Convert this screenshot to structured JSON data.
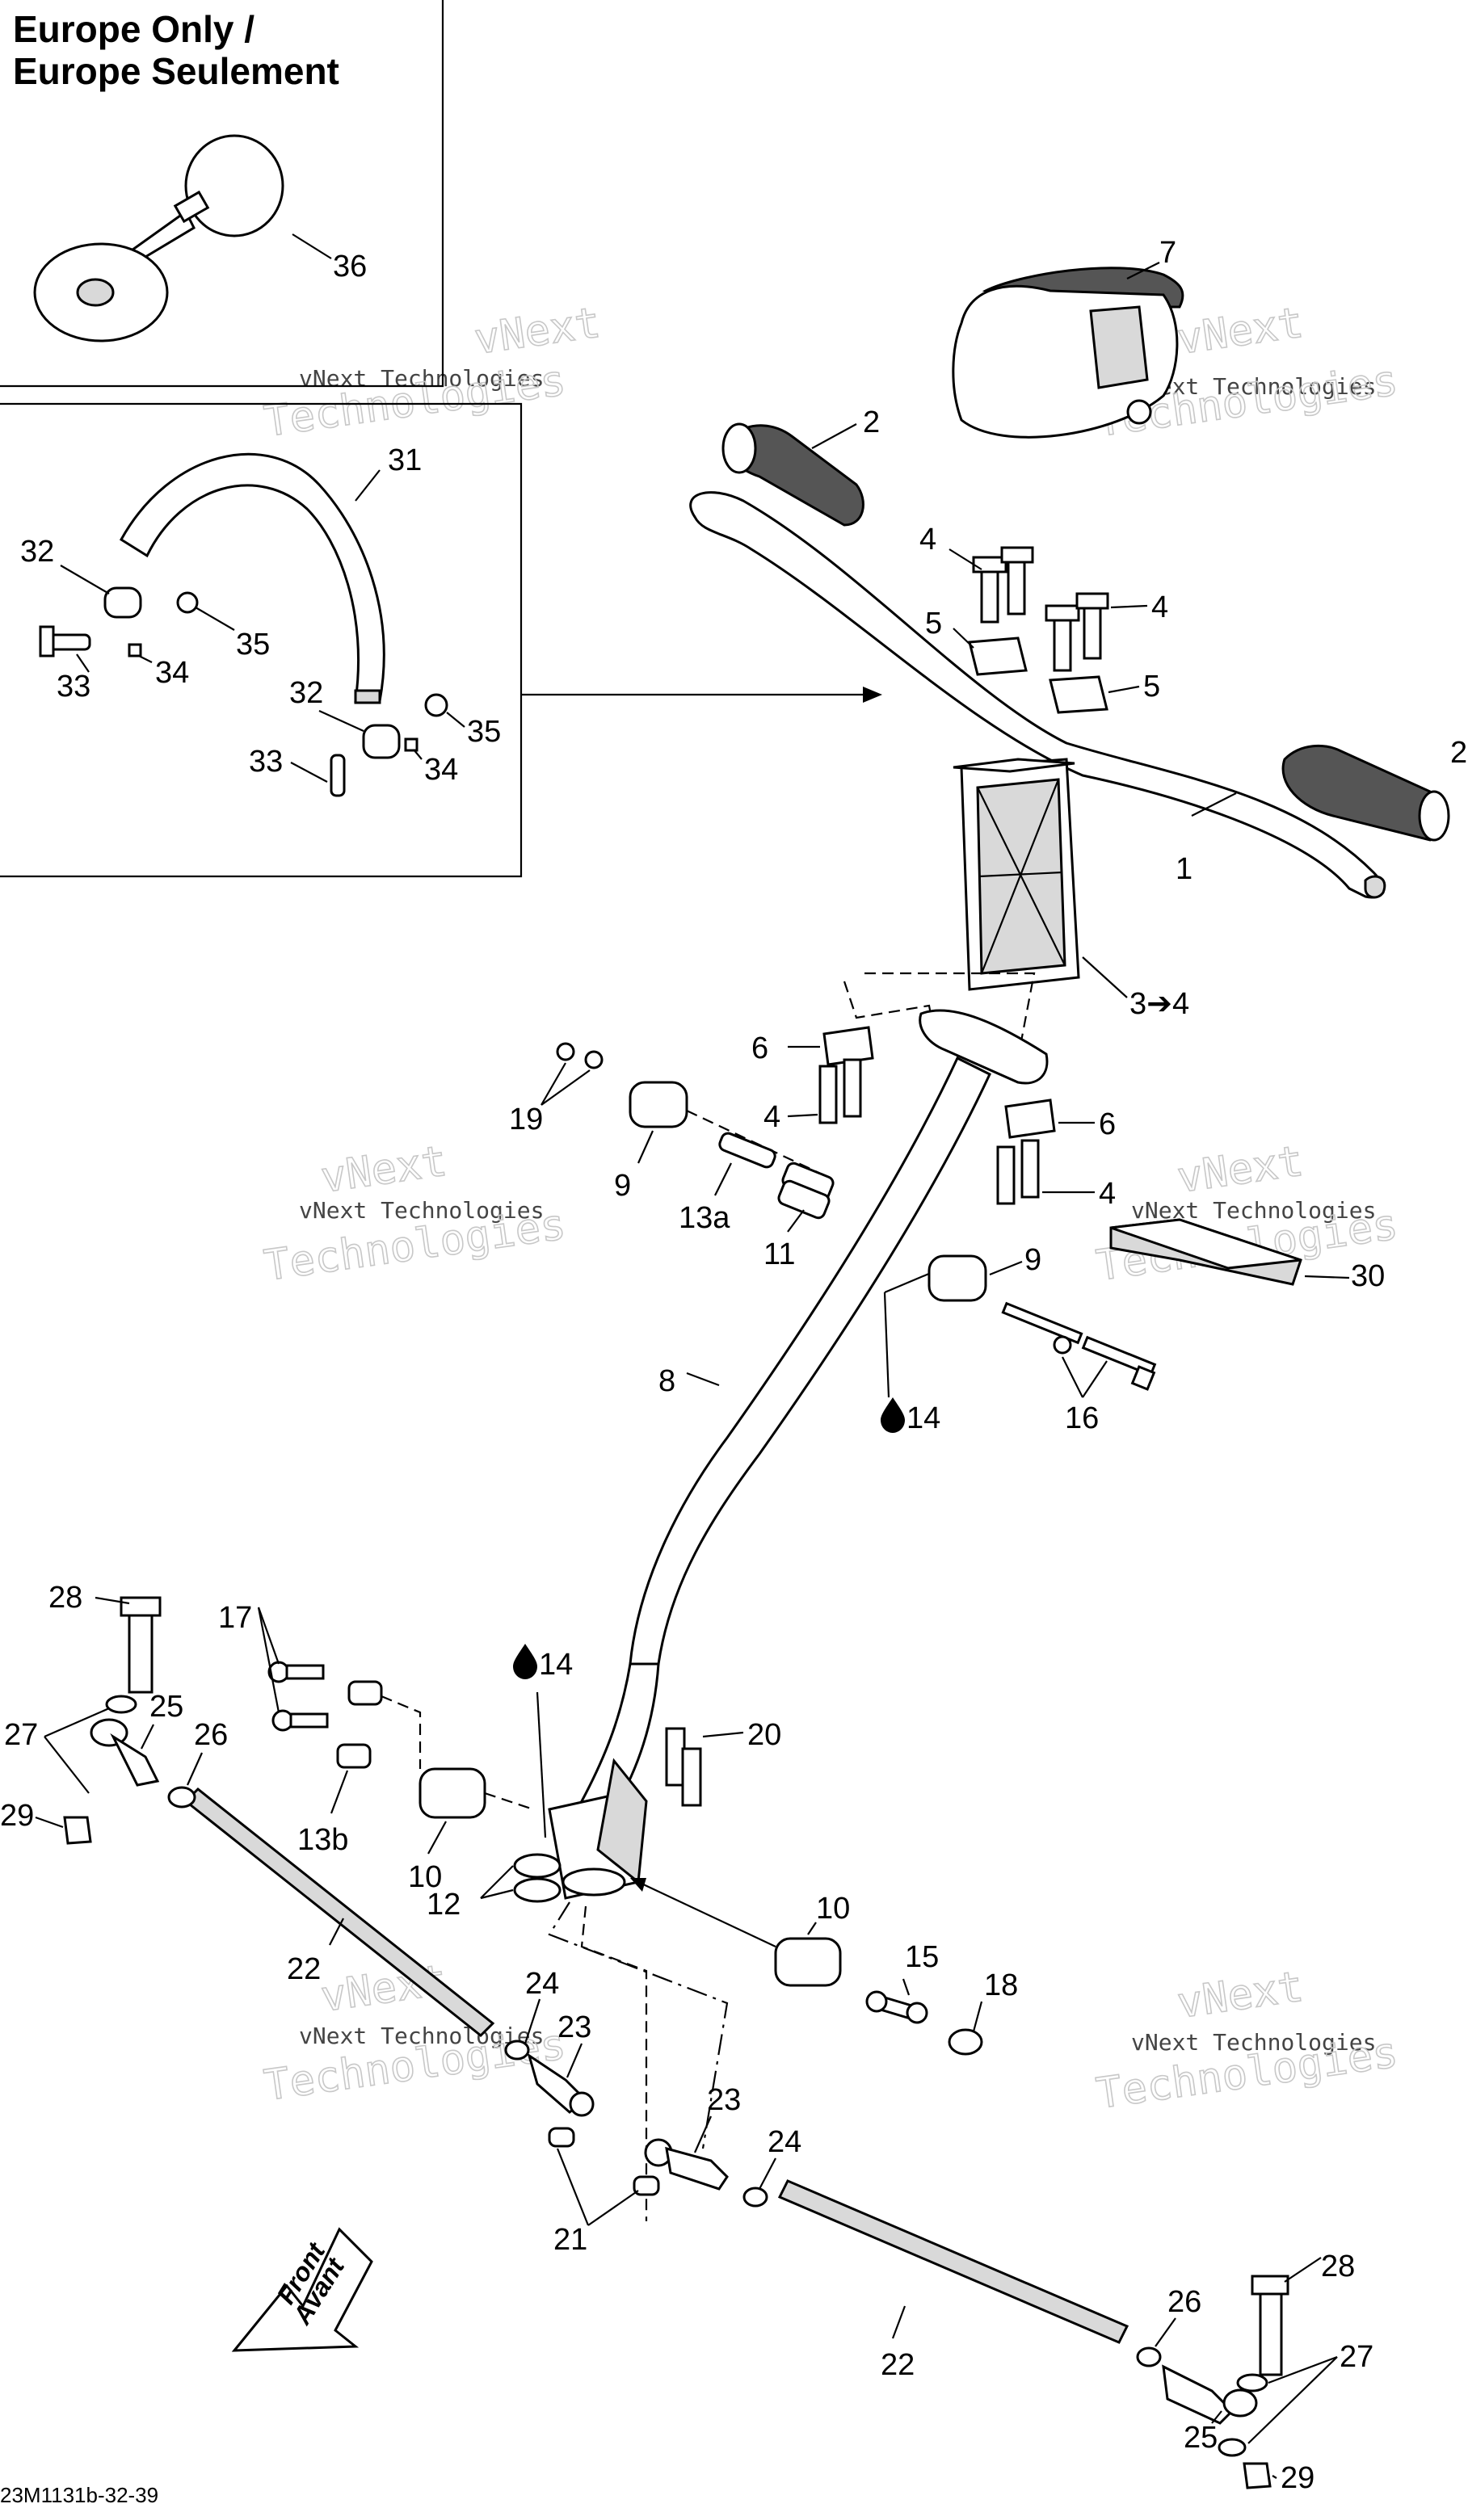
{
  "inset_europe": {
    "title_line1": "Europe Only /",
    "title_line2": "Europe Seulement"
  },
  "watermark": {
    "line1": "vNext Technologies",
    "big_line1": "vNext",
    "big_line2": "Technologies"
  },
  "reference_code": "23M1131b-32-39",
  "front_arrow": {
    "line1": "Front",
    "line2": "Avant"
  },
  "labels": {
    "l36": "36",
    "l31": "31",
    "l32a": "32",
    "l35a": "35",
    "l33a": "33",
    "l34a": "34",
    "l32b": "32",
    "l35b": "35",
    "l33b": "33",
    "l34b": "34",
    "l7": "7",
    "l2a": "2",
    "l2b": "2",
    "l4a": "4",
    "l4b": "4",
    "l5a": "5",
    "l5b": "5",
    "l1": "1",
    "l3": "3➔4",
    "l6a": "6",
    "l4c": "4",
    "l6b": "6",
    "l4d": "4",
    "l19": "19",
    "l9a": "9",
    "l13a": "13a",
    "l11": "11",
    "l9b": "9",
    "l30": "30",
    "l14a": "14",
    "l16": "16",
    "l8": "8",
    "l28a": "28",
    "l17": "17",
    "l14b": "14",
    "l20": "20",
    "l27a": "27",
    "l25a": "25",
    "l26a": "26",
    "l29a": "29",
    "l13b": "13b",
    "l10a": "10",
    "l12": "12",
    "l10b": "10",
    "l15": "15",
    "l18": "18",
    "l22a": "22",
    "l24a": "24",
    "l23a": "23",
    "l23b": "23",
    "l24b": "24",
    "l21": "21",
    "l22b": "22",
    "l26b": "26",
    "l28b": "28",
    "l27b": "27",
    "l25b": "25",
    "l29b": "29"
  }
}
